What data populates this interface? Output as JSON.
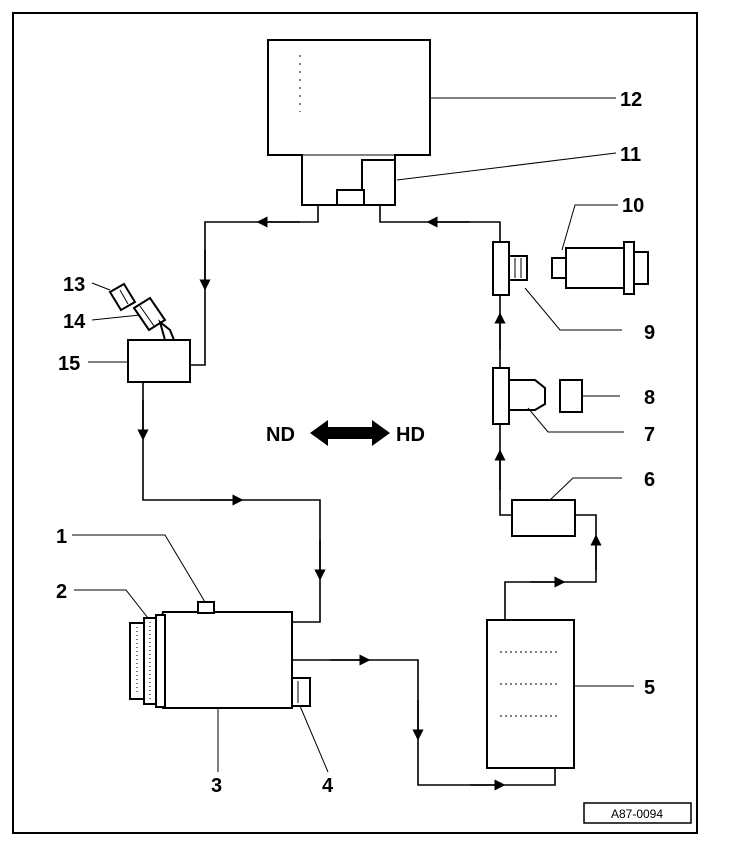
{
  "diagram": {
    "callouts": {
      "c1": "1",
      "c2": "2",
      "c3": "3",
      "c4": "4",
      "c5": "5",
      "c6": "6",
      "c7": "7",
      "c8": "8",
      "c9": "9",
      "c10": "10",
      "c11": "11",
      "c12": "12",
      "c13": "13",
      "c14": "14",
      "c15": "15"
    },
    "pressure_low_label": "ND",
    "pressure_high_label": "HD",
    "reference_code": "A87-0094"
  }
}
